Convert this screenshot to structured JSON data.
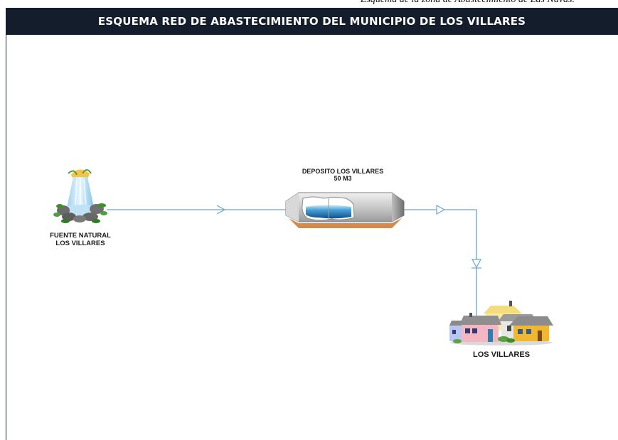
{
  "caption": "Esquema de la zona de Abastecimiento de Las Navas.",
  "title": "ESQUEMA RED DE ABASTECIMIENTO DEL MUNICIPIO DE  LOS VILLARES",
  "colors": {
    "title_bar": "#141d2c",
    "pipe": "#6aa6cf",
    "water": "#1f6fae",
    "tank_base": "#d28a4e"
  },
  "nodes": {
    "source": {
      "icon": "waterfall-spring-icon",
      "label_line1": "FUENTE NATURAL",
      "label_line2": "LOS VILLARES"
    },
    "tank": {
      "icon": "water-tank-icon",
      "label_line1": "DEPOSITO LOS VILLARES",
      "label_line2": "50 M3"
    },
    "town": {
      "icon": "village-houses-icon",
      "label": "LOS VILLARES"
    }
  }
}
